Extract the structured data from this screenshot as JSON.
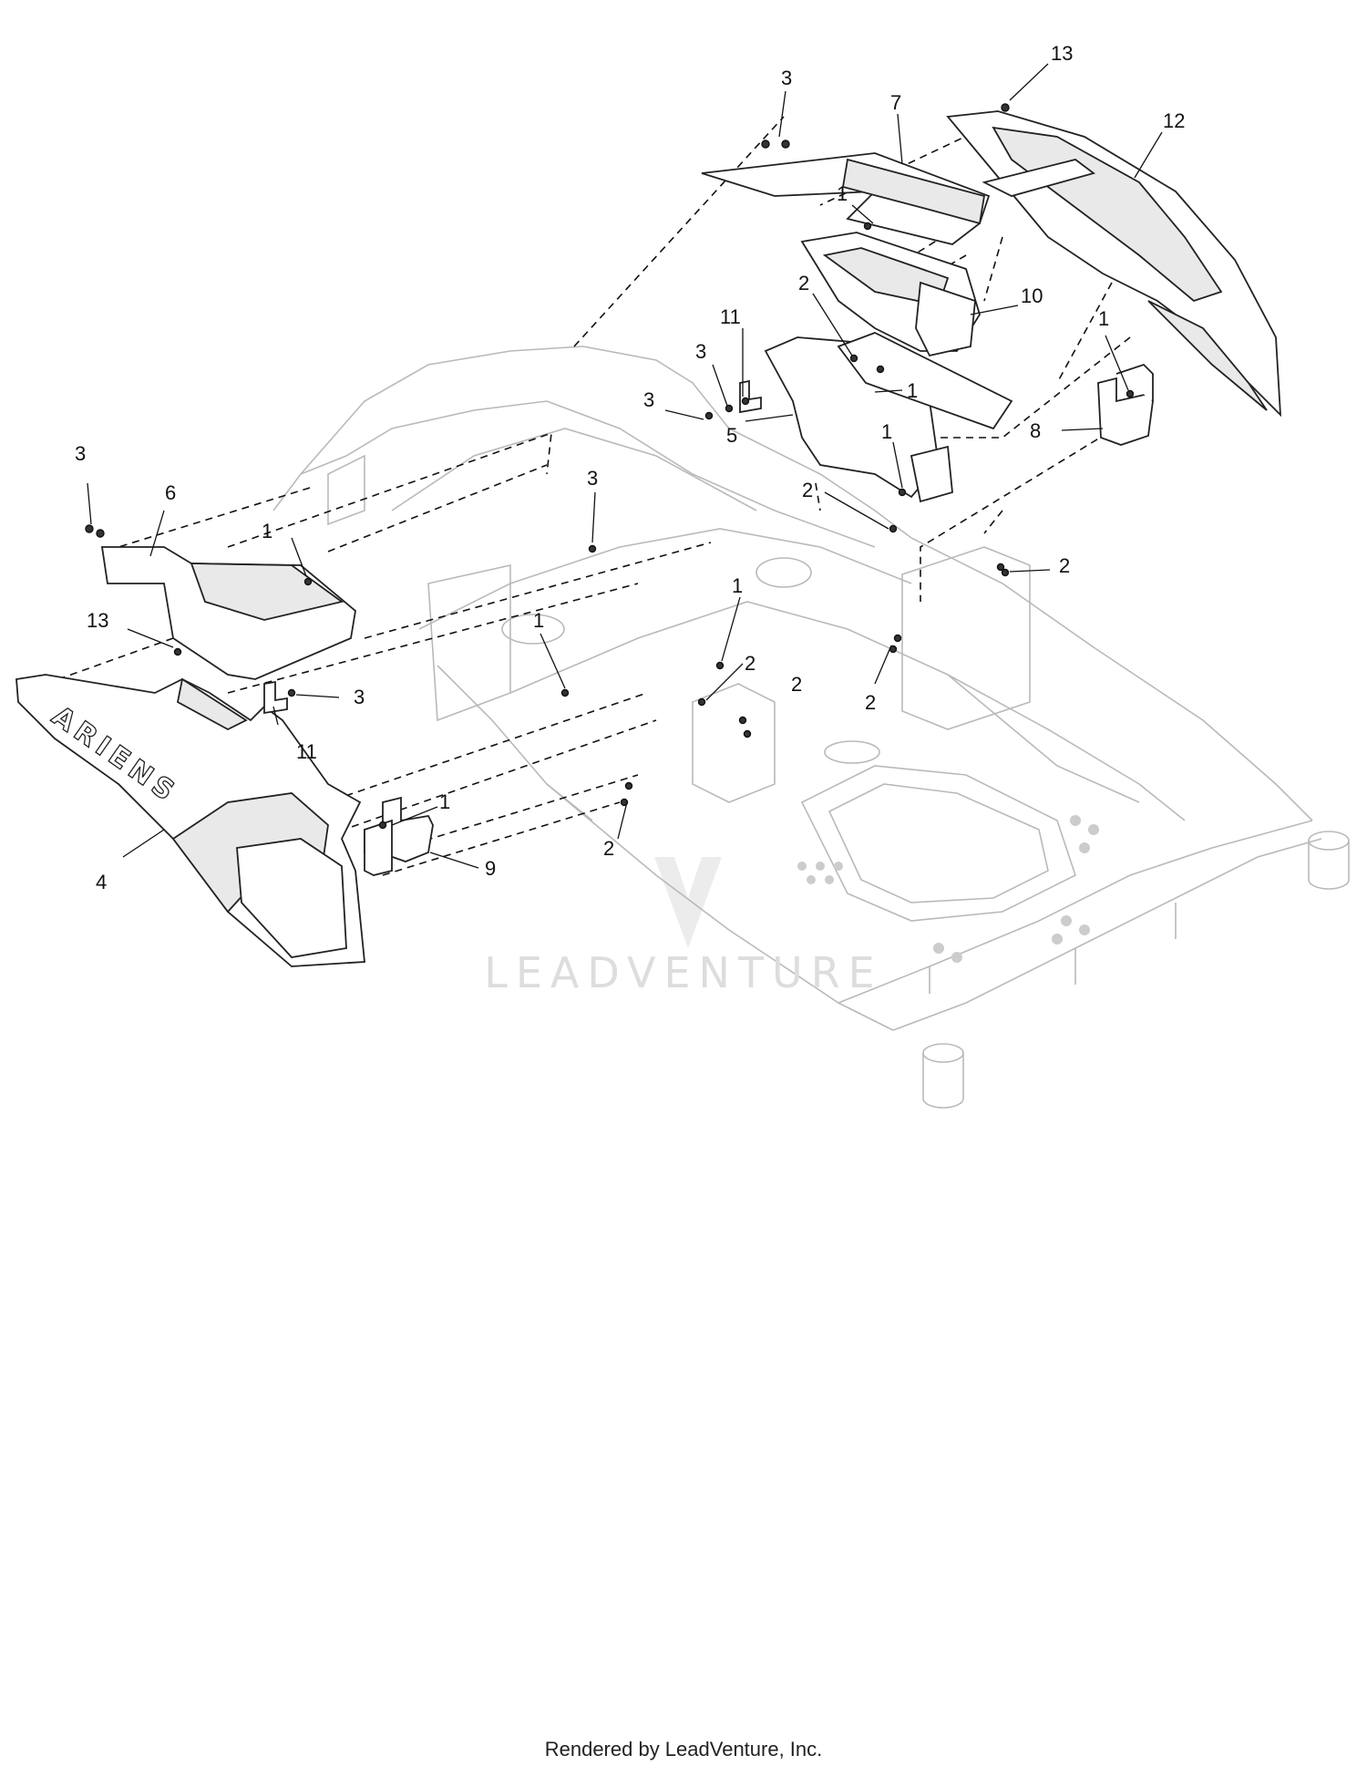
{
  "watermark": "LEADVENTURE",
  "footer": "Rendered by LeadVenture, Inc.",
  "brand_logo_text": "ARIENS",
  "callouts": [
    {
      "id": "c13a",
      "text": "13"
    },
    {
      "id": "c3a",
      "text": "3"
    },
    {
      "id": "c7",
      "text": "7"
    },
    {
      "id": "c12",
      "text": "12"
    },
    {
      "id": "c1a",
      "text": "1"
    },
    {
      "id": "c2a",
      "text": "2"
    },
    {
      "id": "c10",
      "text": "10"
    },
    {
      "id": "c11a",
      "text": "11"
    },
    {
      "id": "c3b",
      "text": "3"
    },
    {
      "id": "c3c",
      "text": "3"
    },
    {
      "id": "c1b",
      "text": "1"
    },
    {
      "id": "c5",
      "text": "5"
    },
    {
      "id": "c1c",
      "text": "1"
    },
    {
      "id": "c8",
      "text": "8"
    },
    {
      "id": "c1d",
      "text": "1"
    },
    {
      "id": "c2b",
      "text": "2"
    },
    {
      "id": "c3d",
      "text": "3"
    },
    {
      "id": "c6",
      "text": "6"
    },
    {
      "id": "c3e",
      "text": "3"
    },
    {
      "id": "c1e",
      "text": "1"
    },
    {
      "id": "c2c",
      "text": "2"
    },
    {
      "id": "c1f",
      "text": "1"
    },
    {
      "id": "c13b",
      "text": "13"
    },
    {
      "id": "c1g",
      "text": "1"
    },
    {
      "id": "c2d",
      "text": "2"
    },
    {
      "id": "c2e",
      "text": "2"
    },
    {
      "id": "c2f",
      "text": "2"
    },
    {
      "id": "c3f",
      "text": "3"
    },
    {
      "id": "c11b",
      "text": "11"
    },
    {
      "id": "c1h",
      "text": "1"
    },
    {
      "id": "c9",
      "text": "9"
    },
    {
      "id": "c4",
      "text": "4"
    },
    {
      "id": "c2g",
      "text": "2"
    }
  ]
}
